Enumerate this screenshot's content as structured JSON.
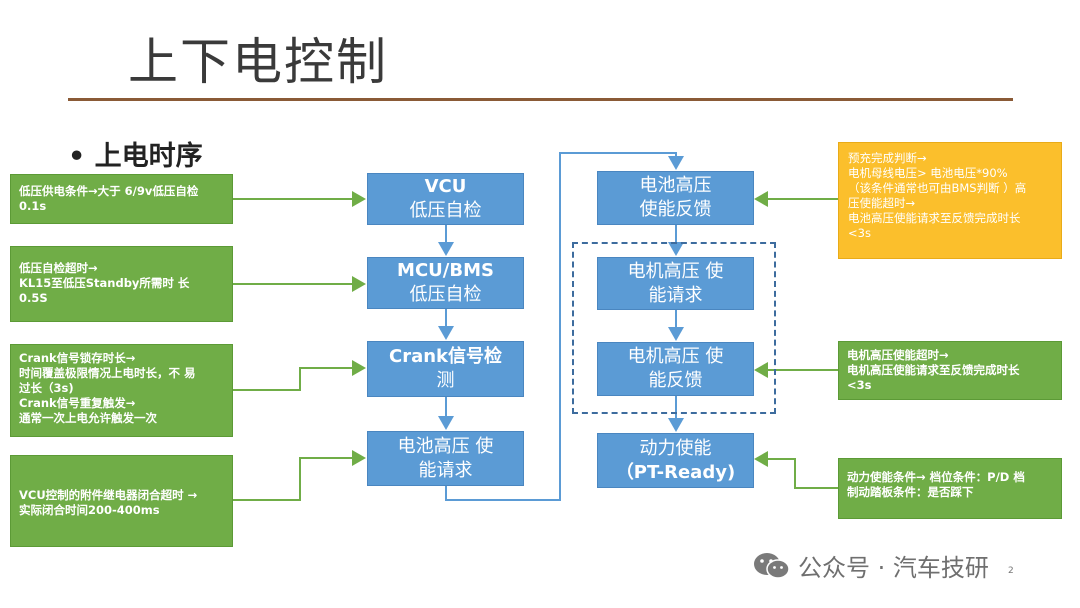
{
  "slide": {
    "title": "上下电控制",
    "bullet": "上电时序",
    "page_number": "2"
  },
  "watermark": {
    "icon": "wechat-icon",
    "text": "公众号 · 汽车技研"
  },
  "flow_left": [
    {
      "line1": "VCU",
      "line2": "低压自检"
    },
    {
      "line1": "MCU/BMS",
      "line2": "低压自检"
    },
    {
      "line1": "Crank信号检",
      "line2": "测"
    },
    {
      "line1": "电池高压 使",
      "line2": "能请求"
    }
  ],
  "flow_right": [
    {
      "line1": "电池高压",
      "line2": "使能反馈"
    },
    {
      "line1": "电机高压 使",
      "line2": "能请求"
    },
    {
      "line1": "电机高压 使",
      "line2": "能反馈"
    },
    {
      "line1": "动力使能",
      "line2": "（PT-Ready)"
    }
  ],
  "notes_left": [
    {
      "lines": [
        "低压供电条件→大于 6/9v低压自检",
        "0.1s"
      ]
    },
    {
      "lines": [
        "低压自检超时→",
        "KL15至低压Standby所需时 长",
        "0.5S"
      ]
    },
    {
      "lines": [
        "Crank信号锁存时长→",
        "时间覆盖极限情况上电时长，不 易",
        "过长（3s)",
        "Crank信号重复触发→",
        "通常一次上电允许触发一次"
      ]
    },
    {
      "lines": [
        "VCU控制的附件继电器闭合超时 →",
        "实际闭合时间200-400ms"
      ]
    }
  ],
  "notes_right": [
    {
      "lines": [
        "预充完成判断→",
        "电机母线电压> 电池电压*90%",
        "（该条件通常也可由BMS判断 ）高",
        "压使能超时→",
        "电池高压使能请求至反馈完成时长",
        "<3s"
      ]
    },
    {
      "lines": [
        "电机高压使能超时→",
        "电机高压使能请求至反馈完成时长",
        "<3s"
      ]
    },
    {
      "lines": [
        "动力使能条件→ 档位条件：P/D 档",
        "制动踏板条件：是否踩下"
      ]
    }
  ],
  "colors": {
    "flow_box": "#5b9bd5",
    "note_green": "#70ad47",
    "note_yellow": "#fbbf2c",
    "connector_blue": "#5b9bd5",
    "connector_green": "#70ad47",
    "title_rule": "#8a5a36"
  }
}
